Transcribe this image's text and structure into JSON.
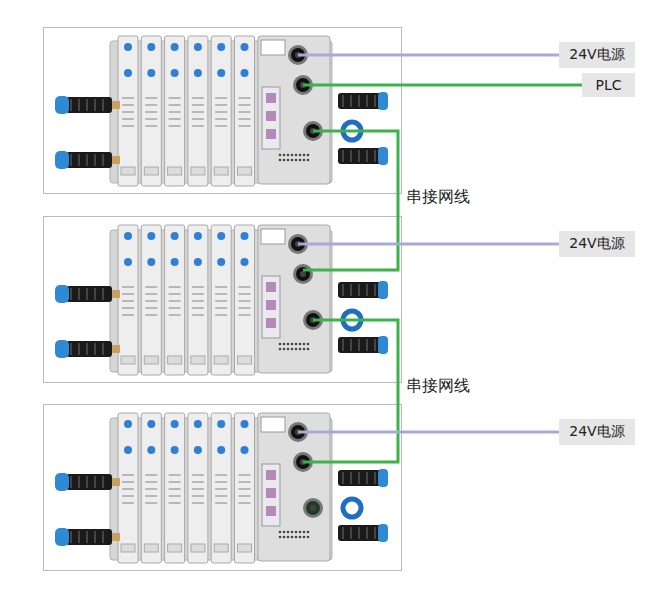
{
  "diagram": {
    "nodes": [
      {
        "text": [
          "24V电源"
        ]
      },
      {
        "text": [
          "PLC"
        ]
      },
      {
        "text": [
          "24V电源"
        ]
      },
      {
        "text": [
          "24V电源"
        ]
      }
    ],
    "labels": [
      "串接网线",
      "串接网线"
    ]
  }
}
